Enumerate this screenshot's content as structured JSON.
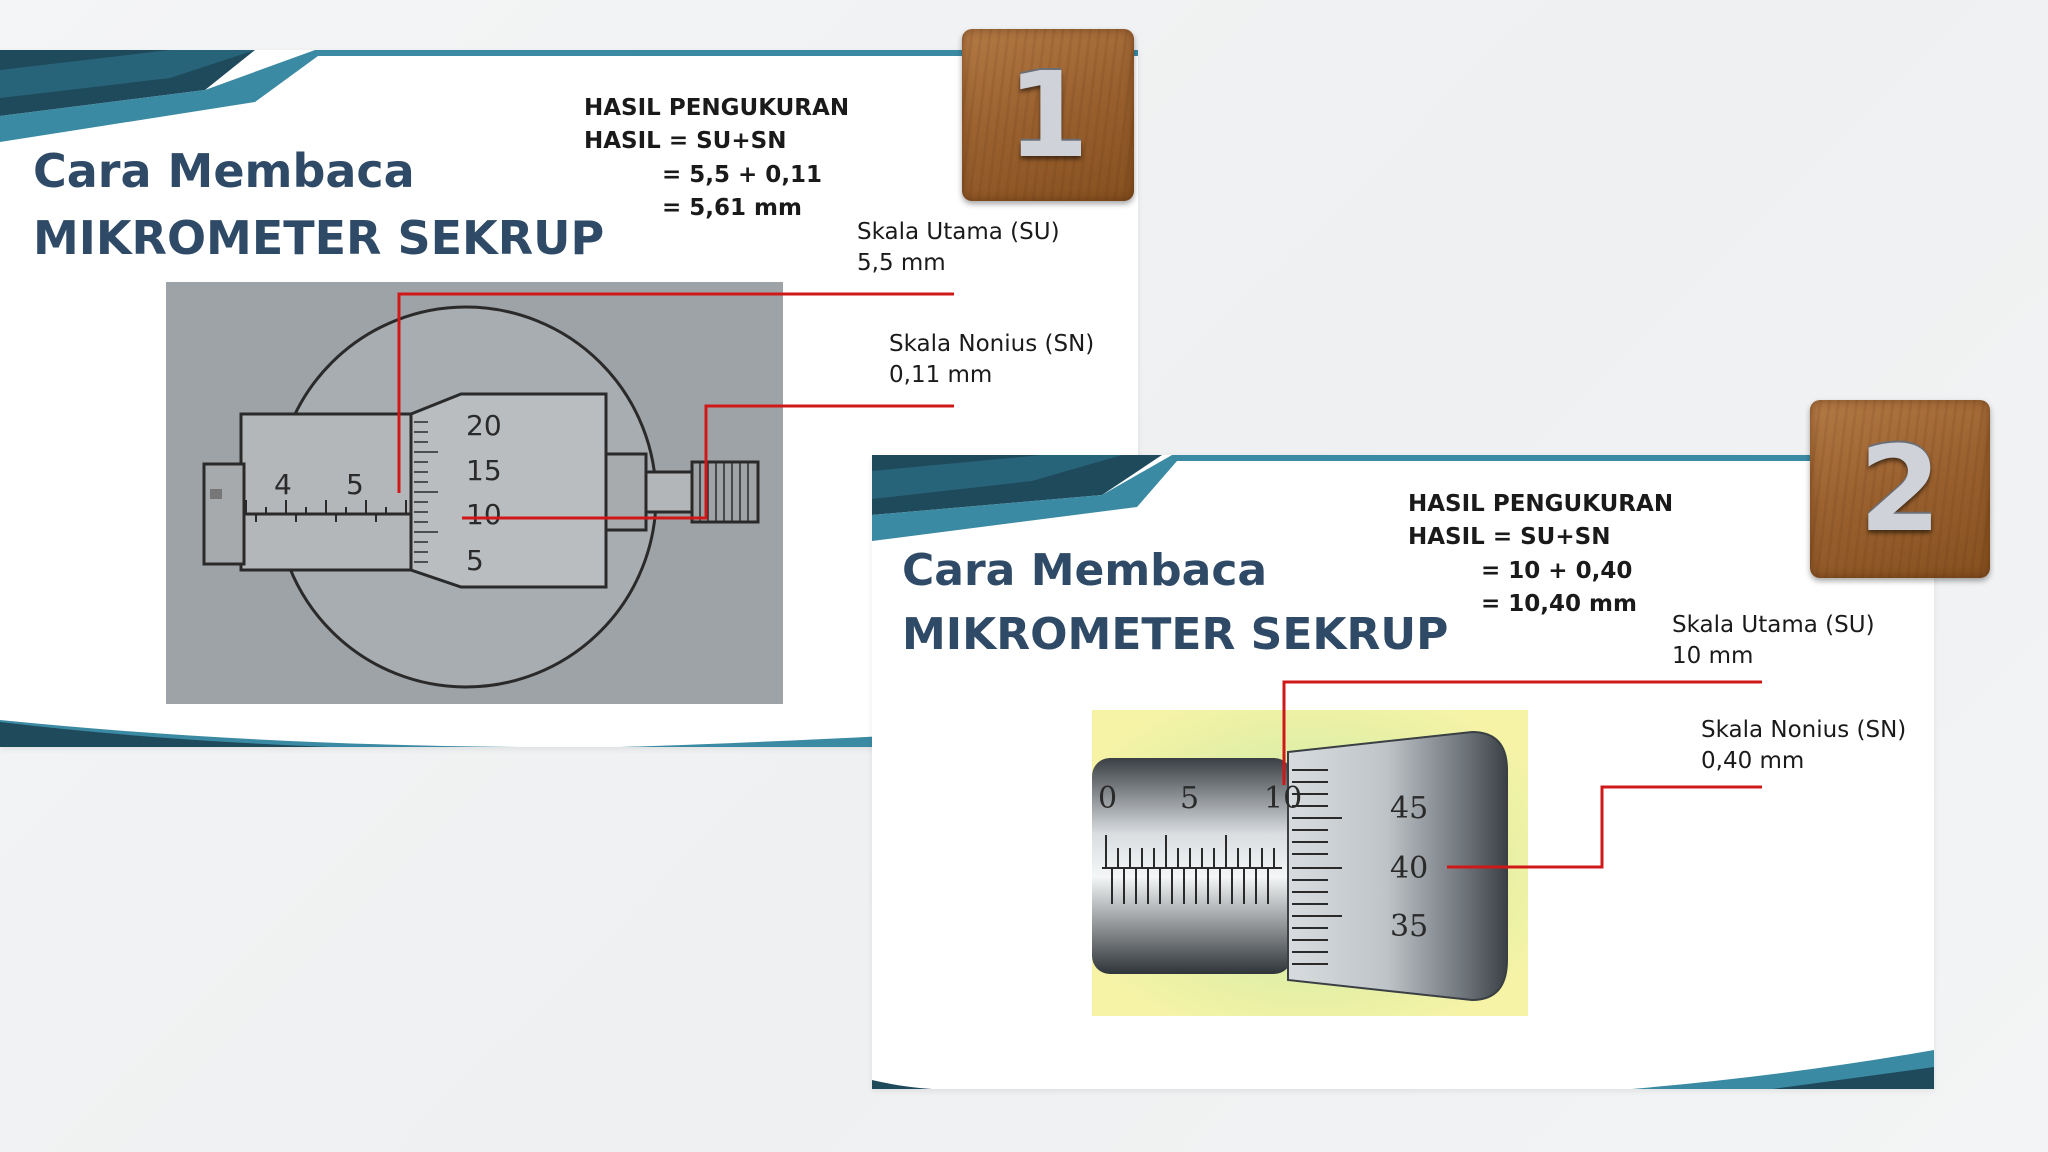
{
  "slides": [
    {
      "title_line1": "Cara Membaca",
      "title_line2": "MIKROMETER SEKRUP",
      "badge_number": "1",
      "result": {
        "heading": "HASIL PENGUKURAN",
        "formula": "HASIL = SU+SN",
        "step1": "= 5,5 + 0,11",
        "step2": "= 5,61 mm"
      },
      "su_label": "Skala Utama (SU)",
      "su_value": "5,5 mm",
      "sn_label": "Skala Nonius (SN)",
      "sn_value": "0,11 mm",
      "main_scale_numbers": [
        "4",
        "5"
      ],
      "thimble_numbers": [
        "20",
        "15",
        "10",
        "5"
      ]
    },
    {
      "title_line1": "Cara Membaca",
      "title_line2": "MIKROMETER SEKRUP",
      "badge_number": "2",
      "result": {
        "heading": "HASIL PENGUKURAN",
        "formula": "HASIL = SU+SN",
        "step1": "= 10 + 0,40",
        "step2": "= 10,40 mm"
      },
      "su_label": "Skala Utama (SU)",
      "su_value": "10 mm",
      "sn_label": "Skala Nonius (SN)",
      "sn_value": "0,40 mm",
      "main_scale_numbers": [
        "0",
        "5",
        "10"
      ],
      "thimble_numbers": [
        "45",
        "40",
        "35"
      ]
    }
  ],
  "colors": {
    "title": "#2e4a66",
    "accent_dark": "#1f4a5c",
    "accent_teal": "#3b8aa3",
    "pointer_line": "#d01818"
  }
}
